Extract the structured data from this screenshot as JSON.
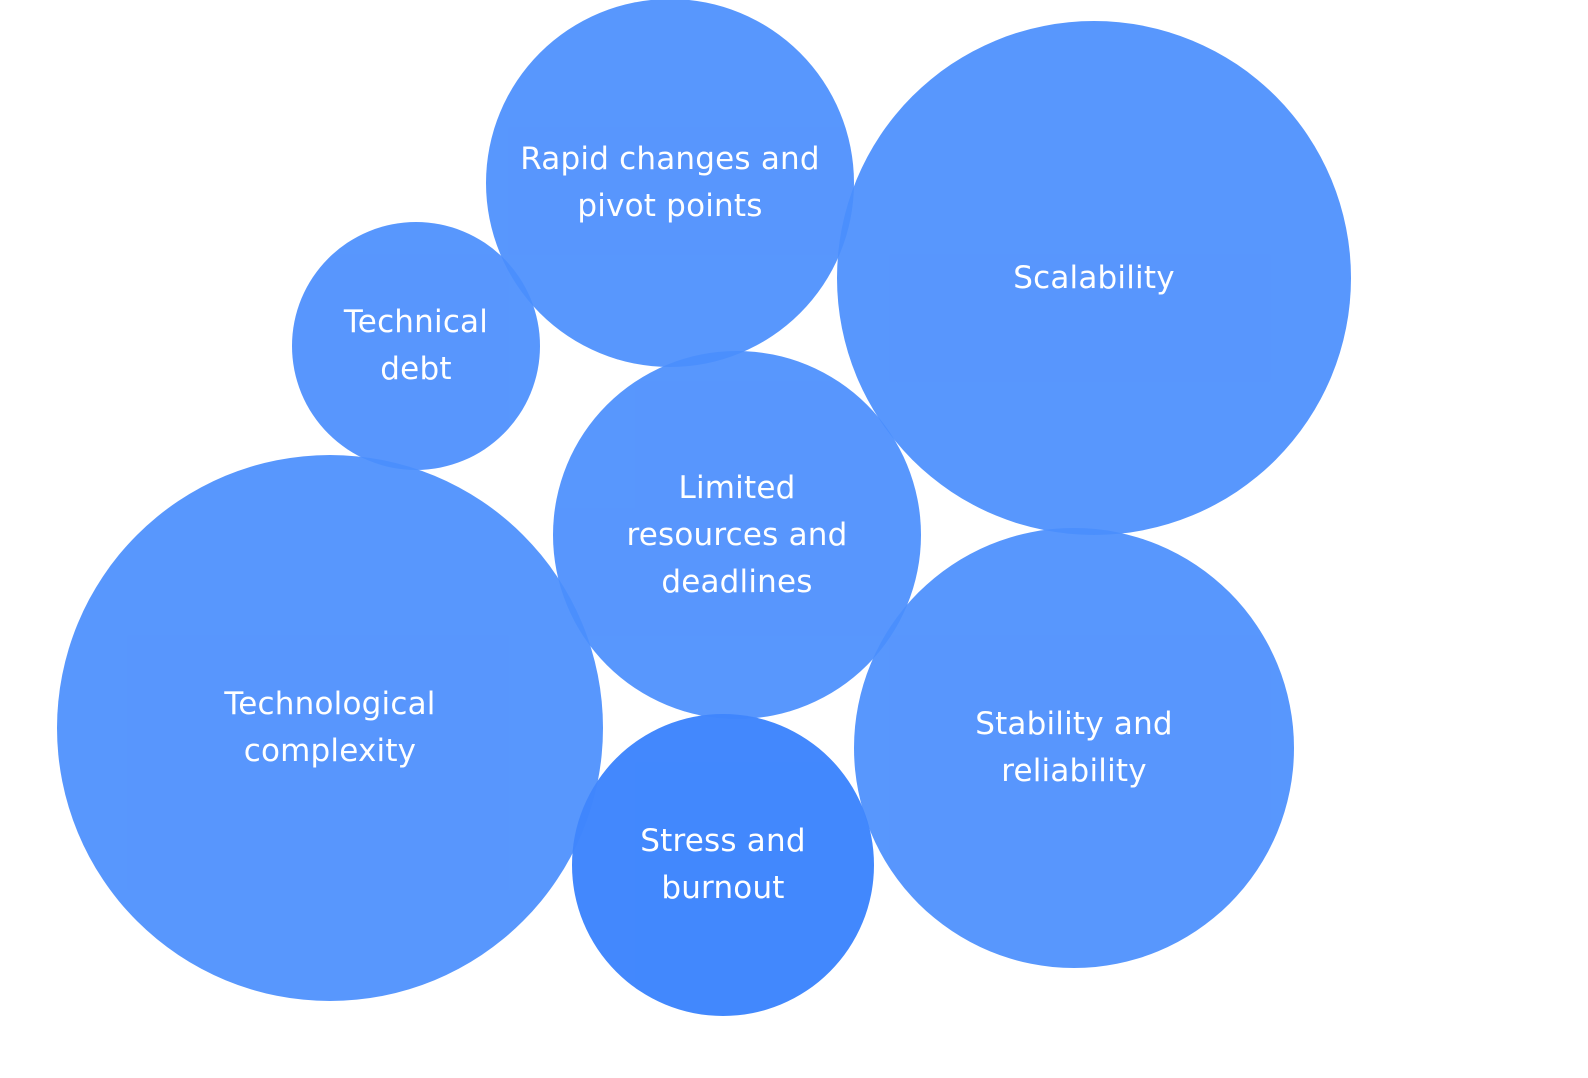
{
  "diagram": {
    "colors": {
      "background": "#ffffff",
      "bubble": "#4a8efd",
      "bubble_dark": "#3f86fd",
      "label": "#ffffff"
    },
    "bubbles": [
      {
        "id": "rapid-changes",
        "label": "Rapid changes and\npivot points",
        "tone": "bubble"
      },
      {
        "id": "scalability",
        "label": "Scalability",
        "tone": "bubble"
      },
      {
        "id": "technical-debt",
        "label": "Technical\ndebt",
        "tone": "bubble"
      },
      {
        "id": "limited-resources",
        "label": "Limited\nresources and\ndeadlines",
        "tone": "bubble"
      },
      {
        "id": "technological-complexity",
        "label": "Technological\ncomplexity",
        "tone": "bubble"
      },
      {
        "id": "stability-reliability",
        "label": "Stability and\nreliability",
        "tone": "bubble"
      },
      {
        "id": "stress-burnout",
        "label": "Stress and\nburnout",
        "tone": "bubble_dark"
      }
    ]
  }
}
